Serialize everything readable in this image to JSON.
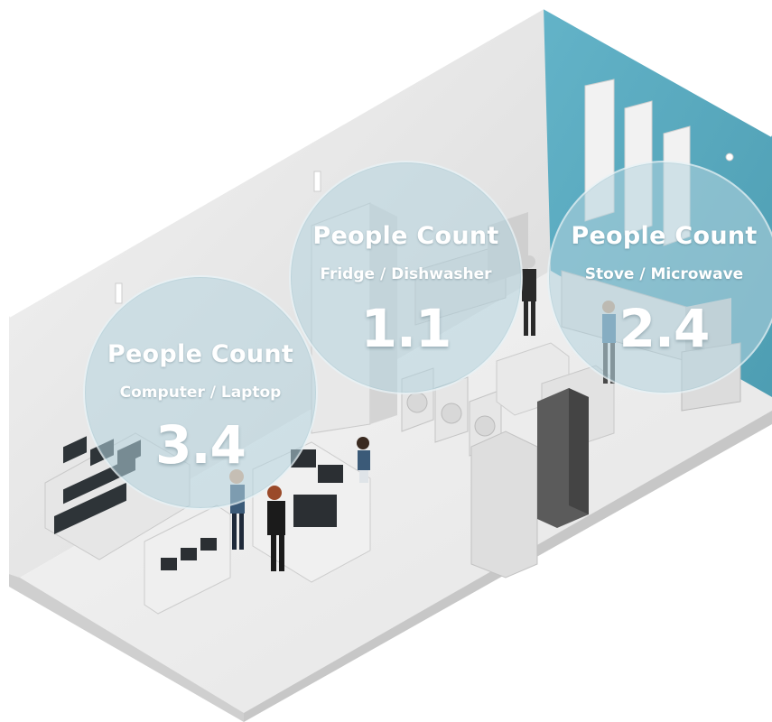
{
  "zones": [
    {
      "title": "People Count",
      "area": "Computer / Laptop",
      "value": "3.4"
    },
    {
      "title": "People Count",
      "area": "Fridge / Dishwasher",
      "value": "1.1"
    },
    {
      "title": "People Count",
      "area": "Stove / Microwave",
      "value": "2.4"
    }
  ],
  "colors": {
    "accent_wall": "#5aa9be",
    "wall": "#e6e6e6",
    "floor": "#f0f0f0",
    "bubble": "#b4d4de",
    "text": "#ffffff"
  }
}
